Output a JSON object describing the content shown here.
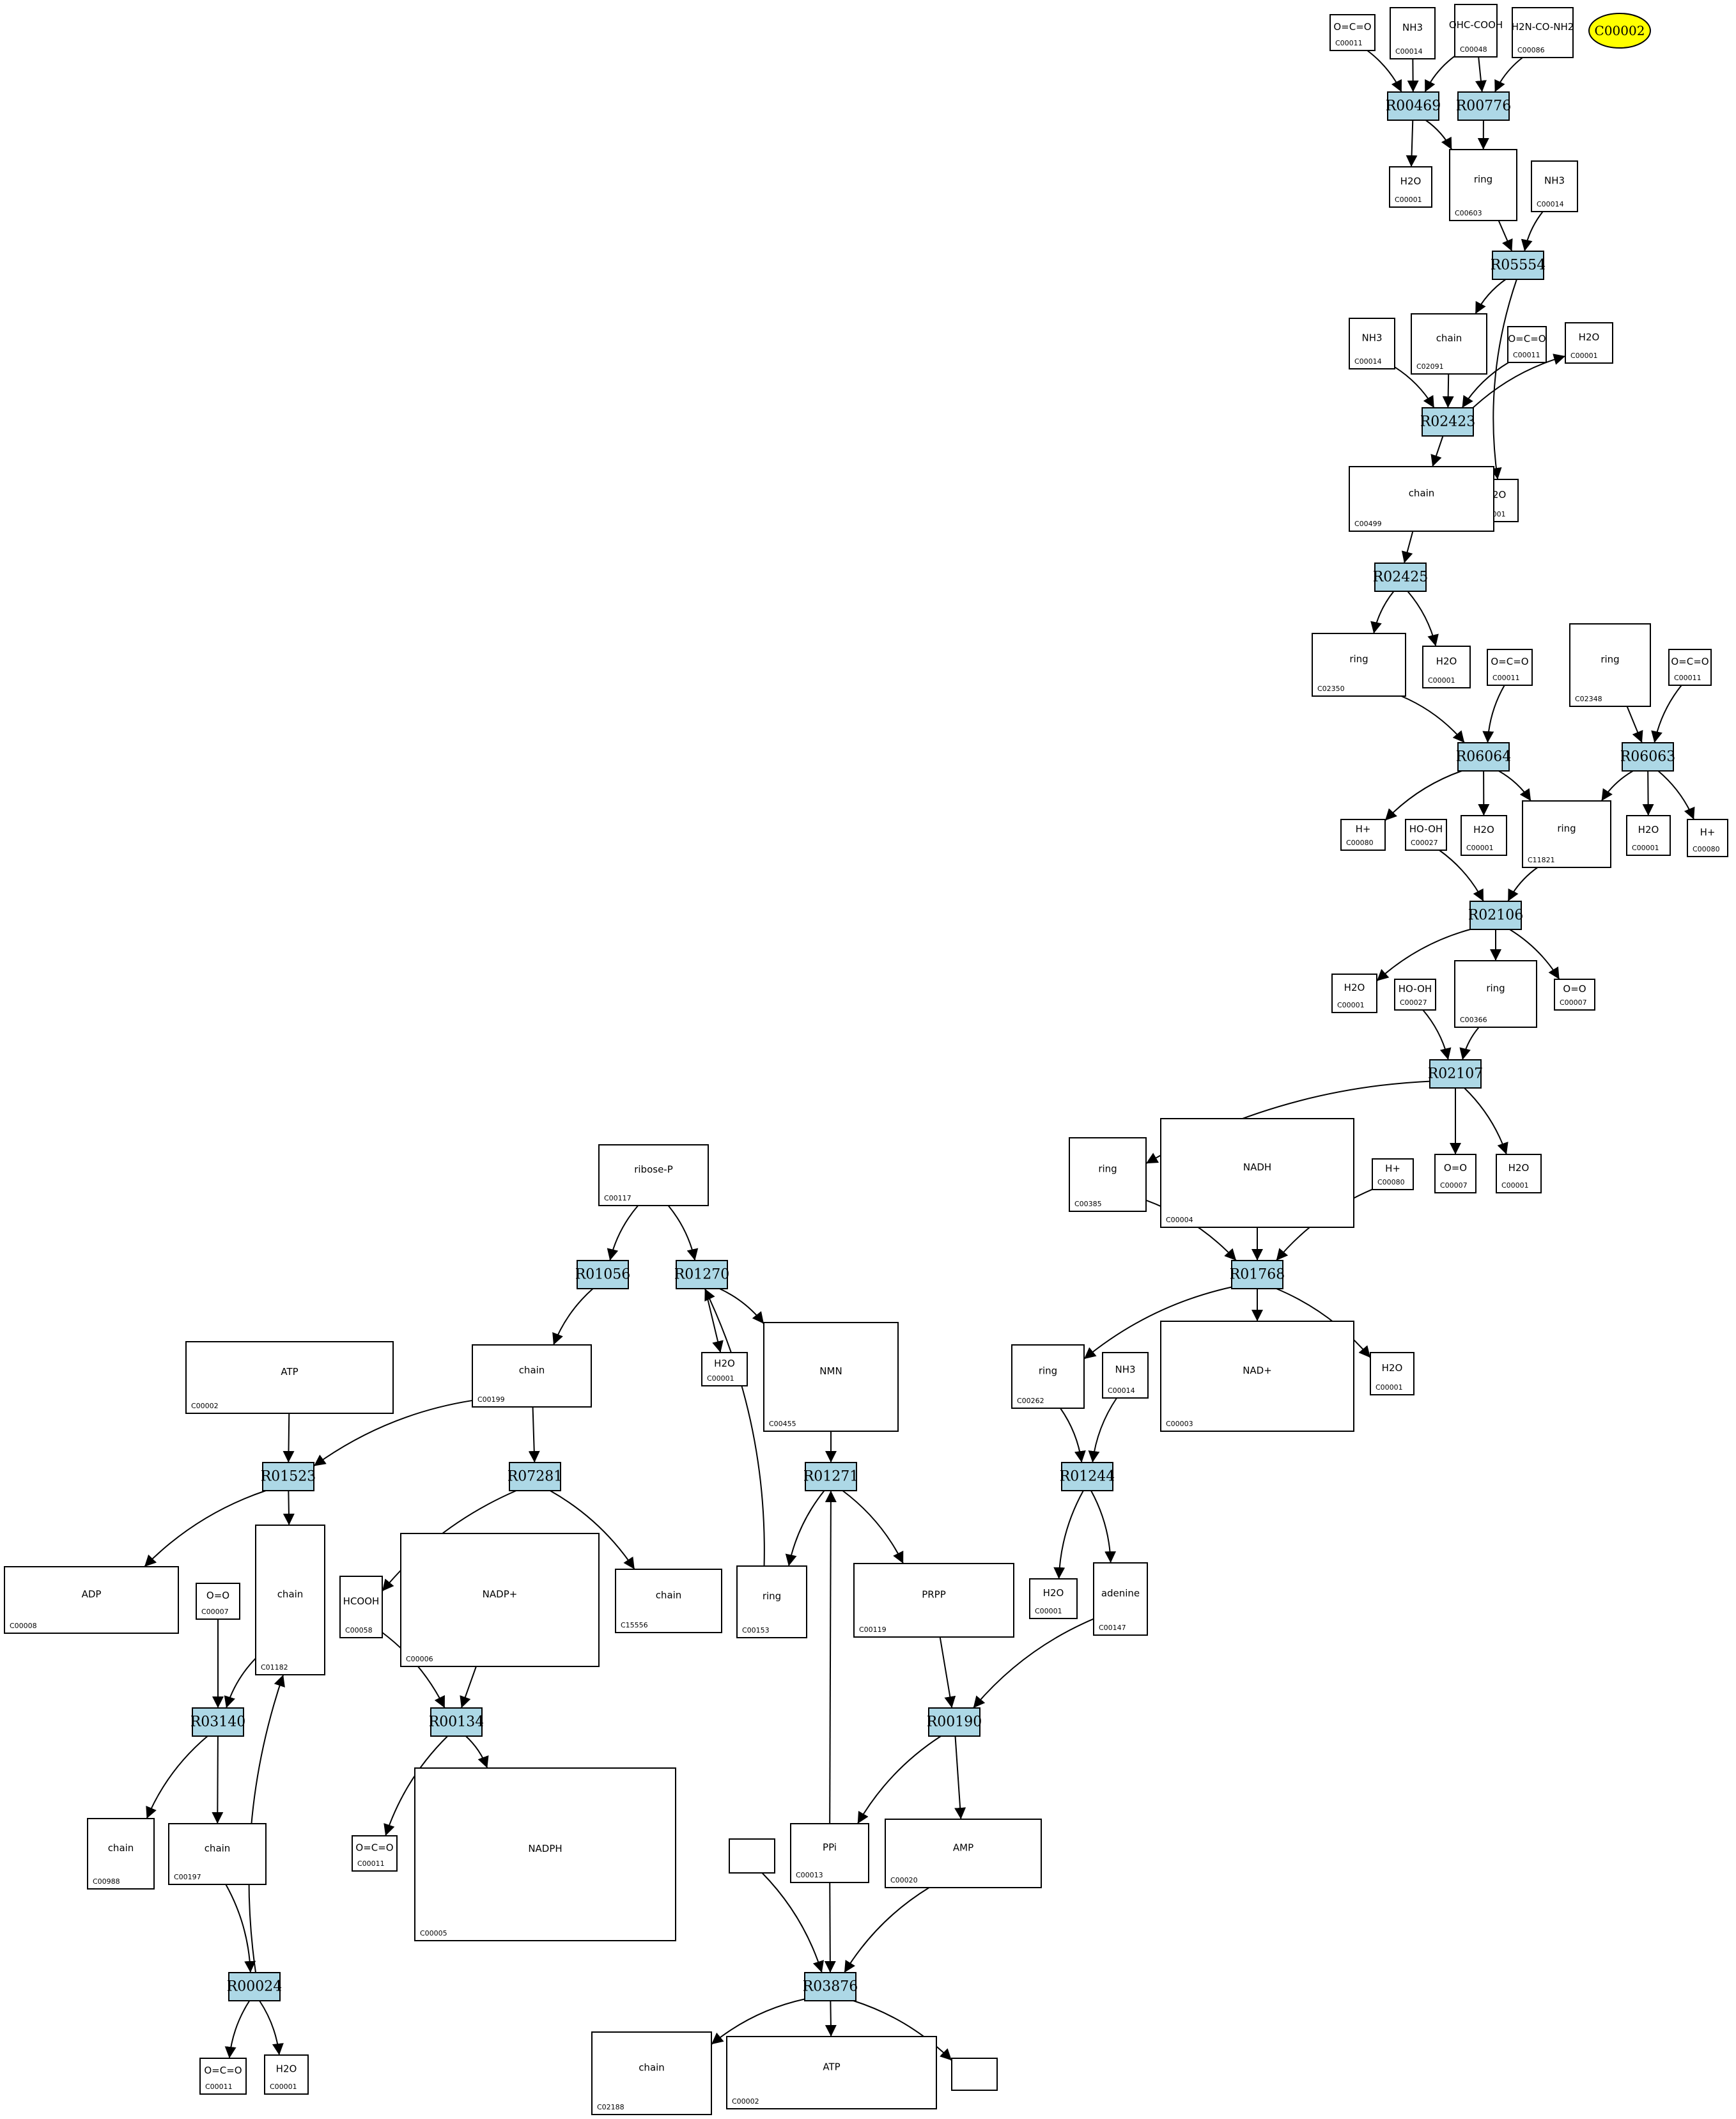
{
  "target": {
    "label": "C00002"
  },
  "reactions": [
    {
      "id": "R00469",
      "label": "R00469"
    },
    {
      "id": "R00776",
      "label": "R00776"
    },
    {
      "id": "R05554",
      "label": "R05554"
    },
    {
      "id": "R02423",
      "label": "R02423"
    },
    {
      "id": "R02425",
      "label": "R02425"
    },
    {
      "id": "R06064",
      "label": "R06064"
    },
    {
      "id": "R06063",
      "label": "R06063"
    },
    {
      "id": "R02106",
      "label": "R02106"
    },
    {
      "id": "R02107",
      "label": "R02107"
    },
    {
      "id": "R01768",
      "label": "R01768"
    },
    {
      "id": "R01056",
      "label": "R01056"
    },
    {
      "id": "R01270",
      "label": "R01270"
    },
    {
      "id": "R01523",
      "label": "R01523"
    },
    {
      "id": "R07281",
      "label": "R07281"
    },
    {
      "id": "R01271",
      "label": "R01271"
    },
    {
      "id": "R01244",
      "label": "R01244"
    },
    {
      "id": "R03140",
      "label": "R03140"
    },
    {
      "id": "R00134",
      "label": "R00134"
    },
    {
      "id": "R00190",
      "label": "R00190"
    },
    {
      "id": "R00024",
      "label": "R00024"
    },
    {
      "id": "R03876",
      "label": "R03876"
    }
  ],
  "compounds": [
    {
      "id": "n1",
      "label": "C00011",
      "formula": "O=C=O"
    },
    {
      "id": "n2",
      "label": "C00014",
      "formula": "NH3"
    },
    {
      "id": "n3",
      "label": "C00048",
      "formula": "OHC-COOH"
    },
    {
      "id": "n4",
      "label": "C00086",
      "formula": "H2N-CO-NH2"
    },
    {
      "id": "n5",
      "label": "C00001",
      "formula": "H2O"
    },
    {
      "id": "n6",
      "label": "C00603",
      "formula": "ring"
    },
    {
      "id": "n7",
      "label": "C00014",
      "formula": "NH3"
    },
    {
      "id": "n8",
      "label": "C00014",
      "formula": "NH3"
    },
    {
      "id": "n9",
      "label": "C02091",
      "formula": "chain"
    },
    {
      "id": "n10",
      "label": "C00011",
      "formula": "O=C=O"
    },
    {
      "id": "n11",
      "label": "C00001",
      "formula": "H2O"
    },
    {
      "id": "n12",
      "label": "C00001",
      "formula": "H2O"
    },
    {
      "id": "n13",
      "label": "C00499",
      "formula": "chain"
    },
    {
      "id": "n14",
      "label": "C02350",
      "formula": "ring"
    },
    {
      "id": "n15",
      "label": "C00001",
      "formula": "H2O"
    },
    {
      "id": "n16",
      "label": "C00011",
      "formula": "O=C=O"
    },
    {
      "id": "n17",
      "label": "C02348",
      "formula": "ring"
    },
    {
      "id": "n18",
      "label": "C00011",
      "formula": "O=C=O"
    },
    {
      "id": "n19",
      "label": "C00080",
      "formula": "H+"
    },
    {
      "id": "n20",
      "label": "C00027",
      "formula": "HO-OH"
    },
    {
      "id": "n21",
      "label": "C00001",
      "formula": "H2O"
    },
    {
      "id": "n22",
      "label": "C11821",
      "formula": "ring"
    },
    {
      "id": "n23",
      "label": "C00001",
      "formula": "H2O"
    },
    {
      "id": "n24",
      "label": "C00080",
      "formula": "H+"
    },
    {
      "id": "n25",
      "label": "C00001",
      "formula": "H2O"
    },
    {
      "id": "n26",
      "label": "C00027",
      "formula": "HO-OH"
    },
    {
      "id": "n27",
      "label": "C00366",
      "formula": "ring"
    },
    {
      "id": "n28",
      "label": "C00007",
      "formula": "O=O"
    },
    {
      "id": "n29",
      "label": "C00385",
      "formula": "ring"
    },
    {
      "id": "n30",
      "label": "C00004",
      "formula": "NADH"
    },
    {
      "id": "n31",
      "label": "C00080",
      "formula": "H+"
    },
    {
      "id": "n32",
      "label": "C00007",
      "formula": "O=O"
    },
    {
      "id": "n33",
      "label": "C00001",
      "formula": "H2O"
    },
    {
      "id": "n34",
      "label": "C00117",
      "formula": "ribose-P"
    },
    {
      "id": "n35",
      "label": "C00002",
      "formula": "ATP"
    },
    {
      "id": "n36",
      "label": "C00199",
      "formula": "chain"
    },
    {
      "id": "n37",
      "label": "C00001",
      "formula": "H2O"
    },
    {
      "id": "n38",
      "label": "C00455",
      "formula": "NMN"
    },
    {
      "id": "n39",
      "label": "C00262",
      "formula": "ring"
    },
    {
      "id": "n40",
      "label": "C00014",
      "formula": "NH3"
    },
    {
      "id": "n41",
      "label": "C00003",
      "formula": "NAD+"
    },
    {
      "id": "n42",
      "label": "C00001",
      "formula": "H2O"
    },
    {
      "id": "n43",
      "label": "C00008",
      "formula": "ADP"
    },
    {
      "id": "n44",
      "label": "C00007",
      "formula": "O=O"
    },
    {
      "id": "n45",
      "label": "C01182",
      "formula": "chain"
    },
    {
      "id": "n46",
      "label": "C00058",
      "formula": "HCOOH"
    },
    {
      "id": "n47",
      "label": "C00006",
      "formula": "NADP+"
    },
    {
      "id": "n48",
      "label": "C15556",
      "formula": "chain"
    },
    {
      "id": "n49",
      "label": "C00153",
      "formula": "ring"
    },
    {
      "id": "n50",
      "label": "C00119",
      "formula": "PRPP"
    },
    {
      "id": "n51",
      "label": "C00001",
      "formula": "H2O"
    },
    {
      "id": "n52",
      "label": "C00147",
      "formula": "adenine"
    },
    {
      "id": "n53",
      "label": "C00988",
      "formula": "chain"
    },
    {
      "id": "n54",
      "label": "C00197",
      "formula": "chain"
    },
    {
      "id": "n55",
      "label": "C00011",
      "formula": "O=C=O"
    },
    {
      "id": "n56",
      "label": "C00005",
      "formula": "NADPH"
    },
    {
      "id": "n57",
      "label": "C00013",
      "formula": "PPi"
    },
    {
      "id": "n58",
      "label": "C00020",
      "formula": "AMP"
    },
    {
      "id": "n59",
      "label": "",
      "formula": ""
    },
    {
      "id": "n60",
      "label": "C00011",
      "formula": "O=C=O"
    },
    {
      "id": "n61",
      "label": "C00001",
      "formula": "H2O"
    },
    {
      "id": "n62",
      "label": "C02188",
      "formula": "chain"
    },
    {
      "id": "n63",
      "label": "C00002",
      "formula": "ATP"
    },
    {
      "id": "n64",
      "label": "",
      "formula": ""
    }
  ],
  "edges": [
    [
      "n1",
      "R00469"
    ],
    [
      "n2",
      "R00469"
    ],
    [
      "n3",
      "R00469"
    ],
    [
      "n3",
      "R00776"
    ],
    [
      "n4",
      "R00776"
    ],
    [
      "R00469",
      "n5"
    ],
    [
      "R00469",
      "n6"
    ],
    [
      "R00776",
      "n6"
    ],
    [
      "n6",
      "R05554"
    ],
    [
      "n7",
      "R05554"
    ],
    [
      "R05554",
      "n12"
    ],
    [
      "R05554",
      "n9"
    ],
    [
      "n8",
      "R02423"
    ],
    [
      "n9",
      "R02423"
    ],
    [
      "n10",
      "R02423"
    ],
    [
      "R02423",
      "n11"
    ],
    [
      "R02423",
      "n13"
    ],
    [
      "n13",
      "R02425"
    ],
    [
      "R02425",
      "n14"
    ],
    [
      "R02425",
      "n15"
    ],
    [
      "n14",
      "R06064"
    ],
    [
      "n16",
      "R06064"
    ],
    [
      "n17",
      "R06063"
    ],
    [
      "n18",
      "R06063"
    ],
    [
      "R06064",
      "n19"
    ],
    [
      "R06064",
      "n21"
    ],
    [
      "R06064",
      "n22"
    ],
    [
      "R06063",
      "n22"
    ],
    [
      "R06063",
      "n23"
    ],
    [
      "R06063",
      "n24"
    ],
    [
      "n20",
      "R02106"
    ],
    [
      "n22",
      "R02106"
    ],
    [
      "R02106",
      "n25"
    ],
    [
      "R02106",
      "n27"
    ],
    [
      "R02106",
      "n28"
    ],
    [
      "n26",
      "R02107"
    ],
    [
      "n27",
      "R02107"
    ],
    [
      "R02107",
      "n29"
    ],
    [
      "R02107",
      "n32"
    ],
    [
      "R02107",
      "n33"
    ],
    [
      "n29",
      "R01768"
    ],
    [
      "n30",
      "R01768"
    ],
    [
      "n31",
      "R01768"
    ],
    [
      "R01768",
      "n39"
    ],
    [
      "R01768",
      "n41"
    ],
    [
      "R01768",
      "n42"
    ],
    [
      "n39",
      "R01244"
    ],
    [
      "n40",
      "R01244"
    ],
    [
      "R01244",
      "n51"
    ],
    [
      "R01244",
      "n52"
    ],
    [
      "n34",
      "R01056"
    ],
    [
      "n34",
      "R01270"
    ],
    [
      "R01056",
      "n36"
    ],
    [
      "R01270",
      "n37"
    ],
    [
      "R01270",
      "n38"
    ],
    [
      "n35",
      "R01523"
    ],
    [
      "n36",
      "R01523"
    ],
    [
      "n36",
      "R07281"
    ],
    [
      "R01523",
      "n43"
    ],
    [
      "R01523",
      "n45"
    ],
    [
      "R07281",
      "n46"
    ],
    [
      "R07281",
      "n48"
    ],
    [
      "n46",
      "R00134"
    ],
    [
      "n47",
      "R00134"
    ],
    [
      "R00134",
      "n55"
    ],
    [
      "R00134",
      "n56"
    ],
    [
      "n38",
      "R01271"
    ],
    [
      "R01271",
      "n49"
    ],
    [
      "n49",
      "R01270"
    ],
    [
      "R01271",
      "n50"
    ],
    [
      "n50",
      "R00190"
    ],
    [
      "n52",
      "R00190"
    ],
    [
      "R00190",
      "n57"
    ],
    [
      "R00190",
      "n58"
    ],
    [
      "n44",
      "R03140"
    ],
    [
      "n45",
      "R03140"
    ],
    [
      "R03140",
      "n53"
    ],
    [
      "R03140",
      "n54"
    ],
    [
      "n54",
      "R00024"
    ],
    [
      "R00024",
      "n45"
    ],
    [
      "R00024",
      "n60"
    ],
    [
      "R00024",
      "n61"
    ],
    [
      "n57",
      "R01271"
    ],
    [
      "n59",
      "R03876"
    ],
    [
      "n57",
      "R03876"
    ],
    [
      "n58",
      "R03876"
    ],
    [
      "R03876",
      "n62"
    ],
    [
      "R03876",
      "n63"
    ],
    [
      "R03876",
      "n64"
    ]
  ]
}
